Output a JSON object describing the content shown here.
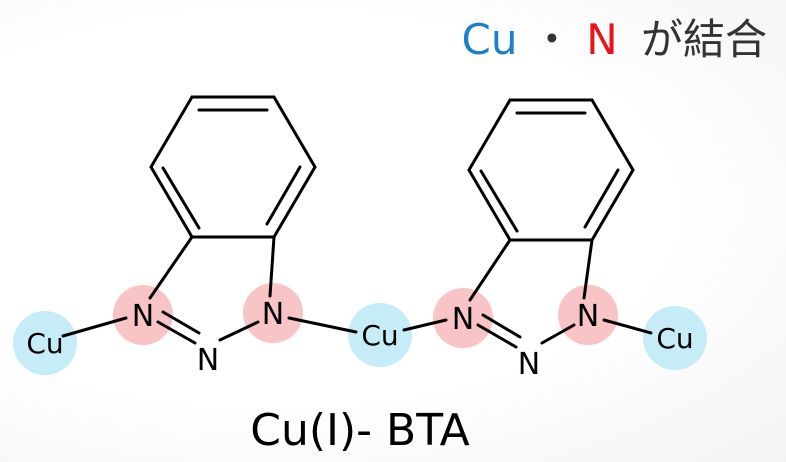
{
  "headline": {
    "cu": "Cu",
    "dot": "・",
    "n": "N",
    "rest": "が結合",
    "cu_color": "#1f7fc4",
    "n_color": "#e8141c",
    "rest_color": "#333333"
  },
  "atoms": {
    "cu": "Cu",
    "n": "N",
    "cu_highlight": "#c6ecf7",
    "n_highlight": "#f8c4c6"
  },
  "caption": "Cu(Ⅰ)- BTA"
}
